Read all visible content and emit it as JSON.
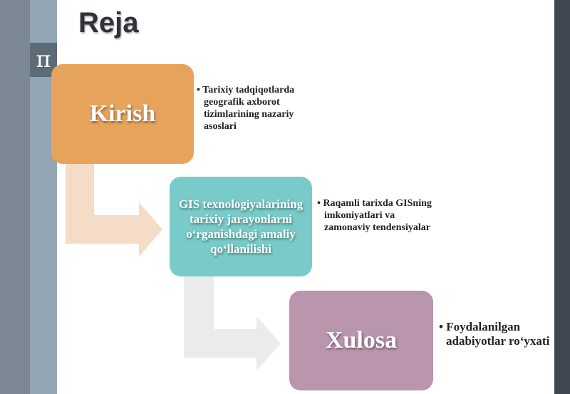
{
  "slide": {
    "title": "Reja",
    "pi_symbol": "π"
  },
  "steps": [
    {
      "label": "Kirish",
      "bullet": "Tarixiy tadqiqotlarda geografik axborot tizimlarining nazariy asoslari",
      "color": "#e7a35c"
    },
    {
      "label": "GIS texnologiyalarining tarixiy jarayonlarni oʻrganishdagi amaliy qoʻllanilishi",
      "bullet": "Raqamli tarixda GISning imkoniyatlari va zamonaviy tendensiyalar",
      "color": "#78cbc8"
    },
    {
      "label": "Xulosa",
      "bullet": "Foydalanilgan adabiyotlar roʻyxati",
      "color": "#b995ae"
    }
  ],
  "colors": {
    "arrow1": "#f5dcc6",
    "arrow2": "#ebebeb",
    "sidebar": "#94a5b5"
  }
}
